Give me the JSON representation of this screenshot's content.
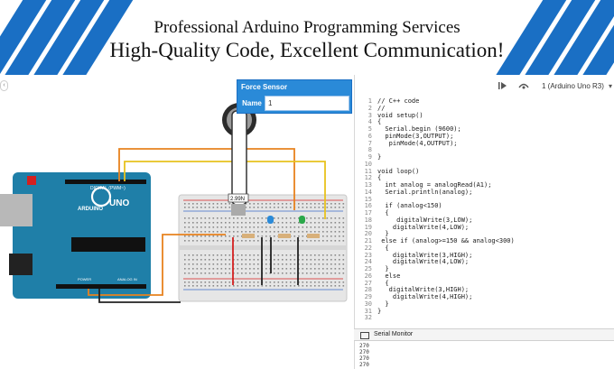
{
  "banner": {
    "line1": "Professional Arduino Programming Services",
    "line2": "High-Quality Code, Excellent Communication!"
  },
  "force_sensor": {
    "title": "Force Sensor",
    "name_label": "Name",
    "name_value": "1",
    "reading": "2.99N"
  },
  "board": {
    "brand": "ARDUINO",
    "model": "UNO",
    "digital_label": "DIGITAL (PWM~)",
    "power_label": "POWER",
    "analog_label": "ANALOG IN"
  },
  "toolbar": {
    "device_label": "1 (Arduino Uno R3)"
  },
  "code": [
    {
      "n": "1",
      "t": "// C++ code"
    },
    {
      "n": "2",
      "t": "//"
    },
    {
      "n": "3",
      "t": "void setup()"
    },
    {
      "n": "4",
      "t": "{"
    },
    {
      "n": "5",
      "t": "  Serial.begin (9600);"
    },
    {
      "n": "6",
      "t": "  pinMode(3,OUTPUT);"
    },
    {
      "n": "7",
      "t": "   pinMode(4,OUTPUT);"
    },
    {
      "n": "8",
      "t": ""
    },
    {
      "n": "9",
      "t": "}"
    },
    {
      "n": "10",
      "t": ""
    },
    {
      "n": "11",
      "t": "void loop()"
    },
    {
      "n": "12",
      "t": "{"
    },
    {
      "n": "13",
      "t": "  int analog = analogRead(A1);"
    },
    {
      "n": "14",
      "t": "  Serial.println(analog);"
    },
    {
      "n": "15",
      "t": ""
    },
    {
      "n": "16",
      "t": "  if (analog<150)"
    },
    {
      "n": "17",
      "t": "  {"
    },
    {
      "n": "18",
      "t": "     digitalWrite(3,LOW);"
    },
    {
      "n": "19",
      "t": "    digitalWrite(4,LOW);"
    },
    {
      "n": "20",
      "t": "  }"
    },
    {
      "n": "21",
      "t": " else if (analog>=150 && analog<300)"
    },
    {
      "n": "22",
      "t": "  {"
    },
    {
      "n": "23",
      "t": "    digitalWrite(3,HIGH);"
    },
    {
      "n": "24",
      "t": "    digitalWrite(4,LOW);"
    },
    {
      "n": "25",
      "t": "  }"
    },
    {
      "n": "26",
      "t": "  else"
    },
    {
      "n": "27",
      "t": "  {"
    },
    {
      "n": "28",
      "t": "   digitalWrite(3,HIGH);"
    },
    {
      "n": "29",
      "t": "    digitalWrite(4,HIGH);"
    },
    {
      "n": "30",
      "t": "  }"
    },
    {
      "n": "31",
      "t": "}"
    },
    {
      "n": "32",
      "t": ""
    }
  ],
  "serial_monitor": {
    "label": "Serial Monitor",
    "lines": [
      "270",
      "270",
      "270",
      "270"
    ]
  },
  "colors": {
    "accent": "#1a6fc4",
    "panel": "#2a8ad8",
    "board": "#1f7fa8",
    "breadboard": "#e6e6e6",
    "wire_orange": "#e8821e",
    "wire_yellow": "#e8c21e",
    "wire_red": "#d42020",
    "wire_black": "#222222"
  }
}
